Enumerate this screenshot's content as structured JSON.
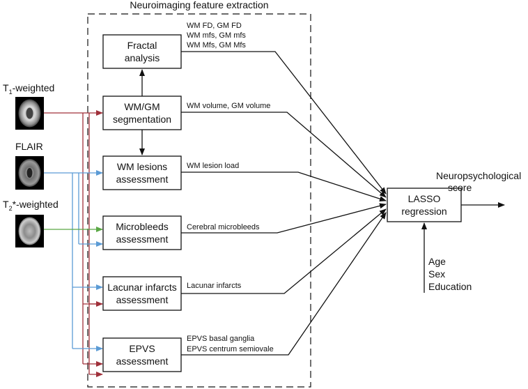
{
  "title": "Neuroimaging feature extraction",
  "inputs": {
    "t1_main": "T",
    "t1_sub": "1",
    "t1_rest": "-weighted",
    "flair": "FLAIR",
    "t2_main": "T",
    "t2_sub": "2",
    "t2_rest": "*-weighted"
  },
  "boxes": {
    "fractal": [
      "Fractal",
      "analysis"
    ],
    "segmentation": [
      "WM/GM",
      "segmentation"
    ],
    "lesions": [
      "WM lesions",
      "assessment"
    ],
    "microbleeds": [
      "Microbleeds",
      "assessment"
    ],
    "lacunar": [
      "Lacunar infarcts",
      "assessment"
    ],
    "epvs": [
      "EPVS",
      "assessment"
    ],
    "lasso": [
      "LASSO",
      "regression"
    ]
  },
  "features": {
    "fractal": [
      "WM FD, GM FD",
      "WM mfs, GM mfs",
      "WM Mfs, GM Mfs"
    ],
    "segmentation": [
      "WM volume, GM volume"
    ],
    "lesions": [
      "WM lesion load"
    ],
    "microbleeds": [
      "Cerebral microbleeds"
    ],
    "lacunar": [
      "Lacunar infarcts"
    ],
    "epvs": [
      "EPVS basal ganglia",
      "EPVS centrum semiovale"
    ]
  },
  "covariates": [
    "Age",
    "Sex",
    "Education"
  ],
  "output": [
    "Neuropsychological",
    "score"
  ],
  "colors": {
    "t1_line": "#a0303a",
    "flair_line": "#5b9bd5",
    "t2_line": "#5aa845",
    "black": "#111111"
  }
}
